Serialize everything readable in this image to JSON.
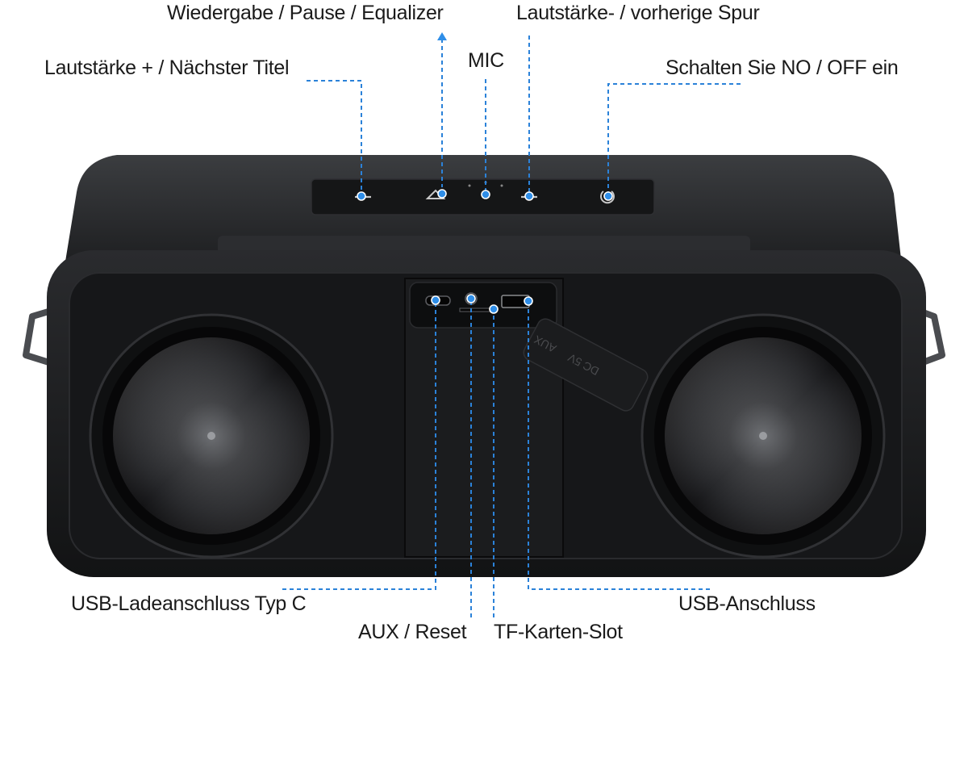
{
  "callouts": {
    "play_pause_eq": "Wiedergabe / Pause / Equalizer",
    "vol_down_prev": "Lautstärke- / vorherige Spur",
    "mic": "MIC",
    "vol_up_next": "Lautstärke + / Nächster Titel",
    "power": "Schalten Sie NO / OFF ein",
    "usb_c": "USB-Ladeanschluss Typ C",
    "usb_port": "USB-Anschluss",
    "aux_reset": "AUX / Reset",
    "tf_slot": "TF-Karten-Slot"
  },
  "port_cover_text": [
    "DC 5V",
    "AUX"
  ],
  "colors": {
    "leader": "#2b82d9",
    "marker": "#2f8ee8",
    "body": "#1c1d1f",
    "panel": "#141516"
  },
  "icons": [
    "volume-up-icon",
    "play-pause-icon",
    "mic-icon",
    "volume-down-icon",
    "power-icon"
  ]
}
